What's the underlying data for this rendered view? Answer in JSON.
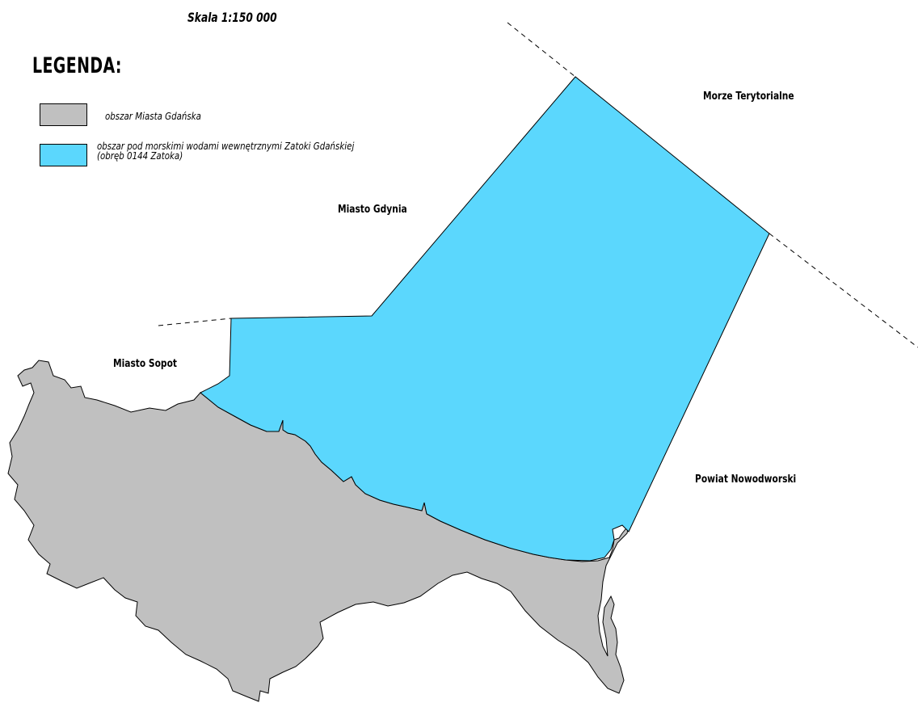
{
  "scale": "Skala 1:150 000",
  "legend": {
    "title": "LEGENDA:",
    "items": [
      {
        "label": "obszar Miasta Gdańska",
        "color": "#c0c0c0"
      },
      {
        "label": "obszar pod morskimi wodami wewnętrznymi Zatoki Gdańskiej",
        "label2": "(obręb 0144 Zatoka)",
        "color": "#5bd7fd"
      }
    ]
  },
  "labels": {
    "gdynia": "Miasto Gdynia",
    "sopot": "Miasto Sopot",
    "morze": "Morze Terytorialne",
    "nowodworski": "Powiat Nowodworski"
  },
  "colors": {
    "land": "#c0c0c0",
    "water": "#5bd7fd",
    "outline": "#000000"
  }
}
